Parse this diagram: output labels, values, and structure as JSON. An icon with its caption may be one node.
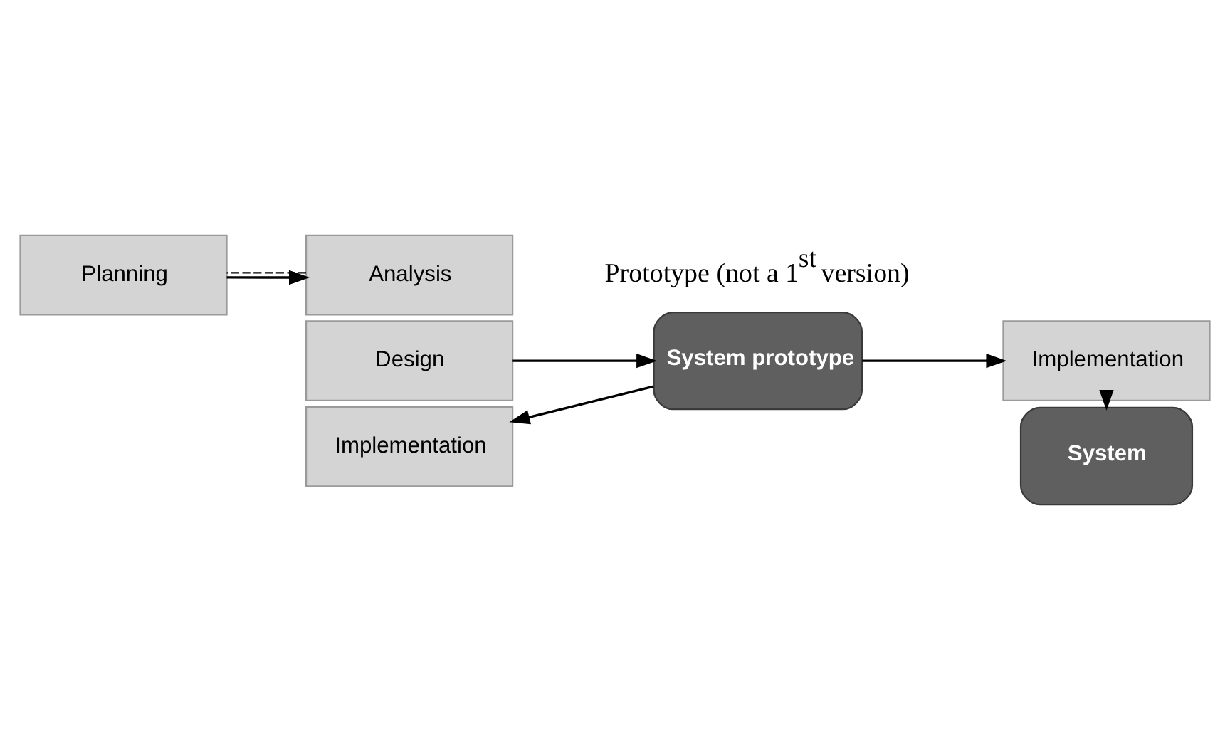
{
  "diagram": {
    "nodes": [
      {
        "text": [
          "Planning"
        ]
      },
      {
        "text": [
          "Analysis"
        ]
      },
      {
        "text": [
          "Design"
        ]
      },
      {
        "text": [
          "Implementation"
        ]
      },
      {
        "text": [
          "System prototype"
        ],
        "beside": [
          "Prototype (not a 1$^{st}$ version)"
        ]
      },
      {
        "text": [
          "Implementation"
        ]
      },
      {
        "text": [
          "System"
        ]
      }
    ],
    "edges": [
      {
        "from": 0,
        "to": 1,
        "arrow": "to"
      },
      {
        "from": 1,
        "to": 0,
        "arrow": "none",
        "style": "dashed"
      },
      {
        "from": 2,
        "to": 4,
        "arrow": "to"
      },
      {
        "from": 4,
        "to": 3,
        "arrow": "to"
      },
      {
        "from": 4,
        "to": 5,
        "arrow": "to"
      },
      {
        "from": 5,
        "to": 6,
        "arrow": "to"
      }
    ]
  }
}
